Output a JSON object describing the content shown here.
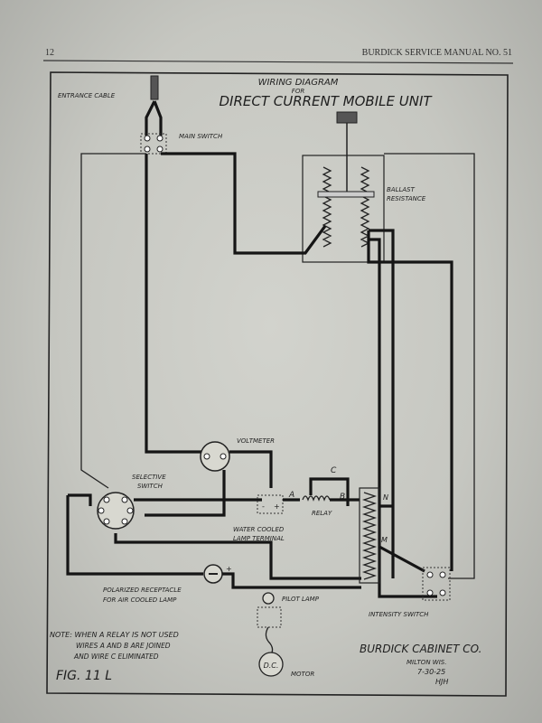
{
  "header": {
    "page_number": "12",
    "manual_title": "BURDICK SERVICE MANUAL NO. 51"
  },
  "diagram": {
    "title_line1": "WIRING DIAGRAM",
    "title_line2": "FOR",
    "title_line3": "DIRECT CURRENT MOBILE UNIT",
    "labels": {
      "entrance_cable": "ENTRANCE CABLE",
      "main_switch": "MAIN SWITCH",
      "ballast_line1": "BALLAST",
      "ballast_line2": "RESISTANCE",
      "voltmeter": "VOLTMETER",
      "selective_line1": "SELECTIVE",
      "selective_line2": "SWITCH",
      "wire_a": "A",
      "wire_b": "B",
      "wire_c": "C",
      "relay": "RELAY",
      "tap_n": "N",
      "tap_m": "M",
      "water_line1": "WATER COOLED",
      "water_line2": "LAMP TERMINAL",
      "polarized_line1": "POLARIZED RECEPTACLE",
      "polarized_line2": "FOR AIR COOLED LAMP",
      "pilot_lamp": "PILOT LAMP",
      "intensity_switch": "INTENSITY SWITCH",
      "dc": "D.C.",
      "motor": "MOTOR",
      "minus": "-",
      "plus": "+"
    },
    "note": {
      "line1": "NOTE:   WHEN A RELAY IS NOT USED",
      "line2": "WIRES A AND B ARE JOINED",
      "line3": "AND WIRE C ELIMINATED"
    },
    "figure": "FIG. 11 L",
    "maker": {
      "name": "BURDICK CABINET CO.",
      "city": "MILTON WIS.",
      "date": "7-30-25",
      "initials": "HJH"
    }
  }
}
